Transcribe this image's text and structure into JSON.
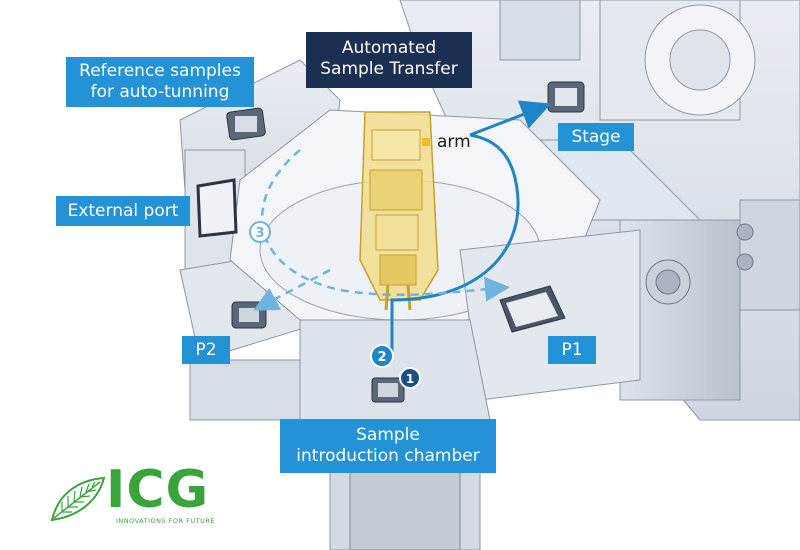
{
  "labels": {
    "reference": [
      "Reference samples",
      "for auto-tunning"
    ],
    "transfer": [
      "Automated",
      "Sample Transfer"
    ],
    "stage": "Stage",
    "external_port": "External port",
    "p2": "P2",
    "p1": "P1",
    "intro": [
      "Sample",
      "introduction chamber"
    ],
    "arm": "arm"
  },
  "steps": [
    "1",
    "2",
    "3"
  ],
  "logo": {
    "text": "ICG",
    "tagline": "INNOVATIONS FOR FUTURE"
  },
  "colors": {
    "label_blue": "#2392d6",
    "label_navy": "#1a2f52",
    "arrow_blue": "#1e86c8",
    "arm_yellow": "#e9c84a",
    "logo_green": "#3aa33c"
  }
}
